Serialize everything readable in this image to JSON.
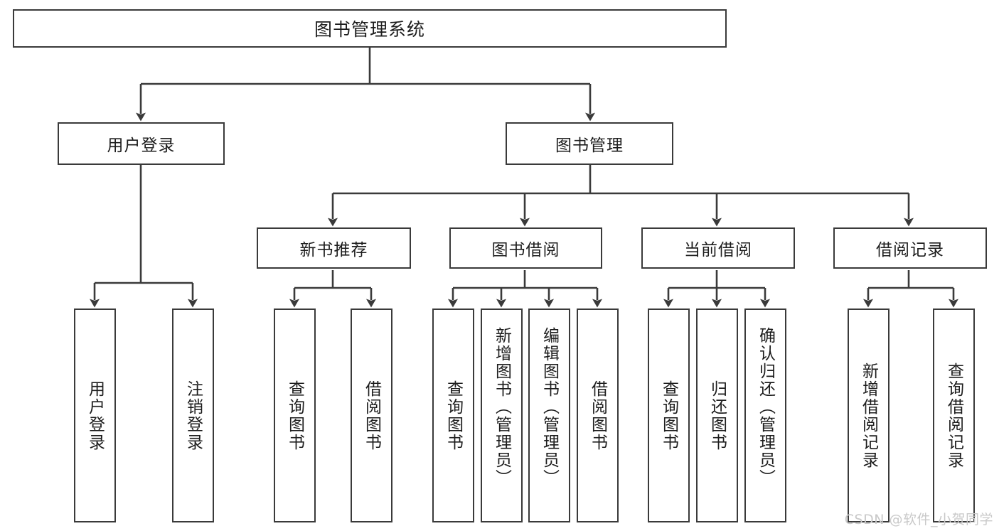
{
  "diagram": {
    "type": "tree-hierarchy",
    "title": "图书管理系统",
    "watermark": "CSDN @软件_小贺同学",
    "colors": {
      "box_border": "#3a3a3a",
      "box_fill": "#ffffff",
      "line": "#3a3a3a",
      "text": "#1d1d1d",
      "watermark": "#c9c9c9"
    },
    "nodes": {
      "root": {
        "label": "图书管理系统"
      },
      "level2": [
        {
          "label": "用户登录"
        },
        {
          "label": "图书管理"
        }
      ],
      "level3": [
        {
          "label": "新书推荐"
        },
        {
          "label": "图书借阅"
        },
        {
          "label": "当前借阅"
        },
        {
          "label": "借阅记录"
        }
      ],
      "leaves": {
        "user_login": [
          {
            "label": "用户登录"
          },
          {
            "label": "注销登录"
          }
        ],
        "new_book": [
          {
            "label": "查询图书"
          },
          {
            "label": "借阅图书"
          }
        ],
        "book_borrow": [
          {
            "label": "查询图书"
          },
          {
            "label": "新增图书（管理员）"
          },
          {
            "label": "编辑图书（管理员）"
          },
          {
            "label": "借阅图书"
          }
        ],
        "current_borrow": [
          {
            "label": "查询图书"
          },
          {
            "label": "归还图书"
          },
          {
            "label": "确认归还（管理员）"
          }
        ],
        "borrow_record": [
          {
            "label": "新增借阅记录"
          },
          {
            "label": "查询借阅记录"
          }
        ]
      }
    }
  }
}
